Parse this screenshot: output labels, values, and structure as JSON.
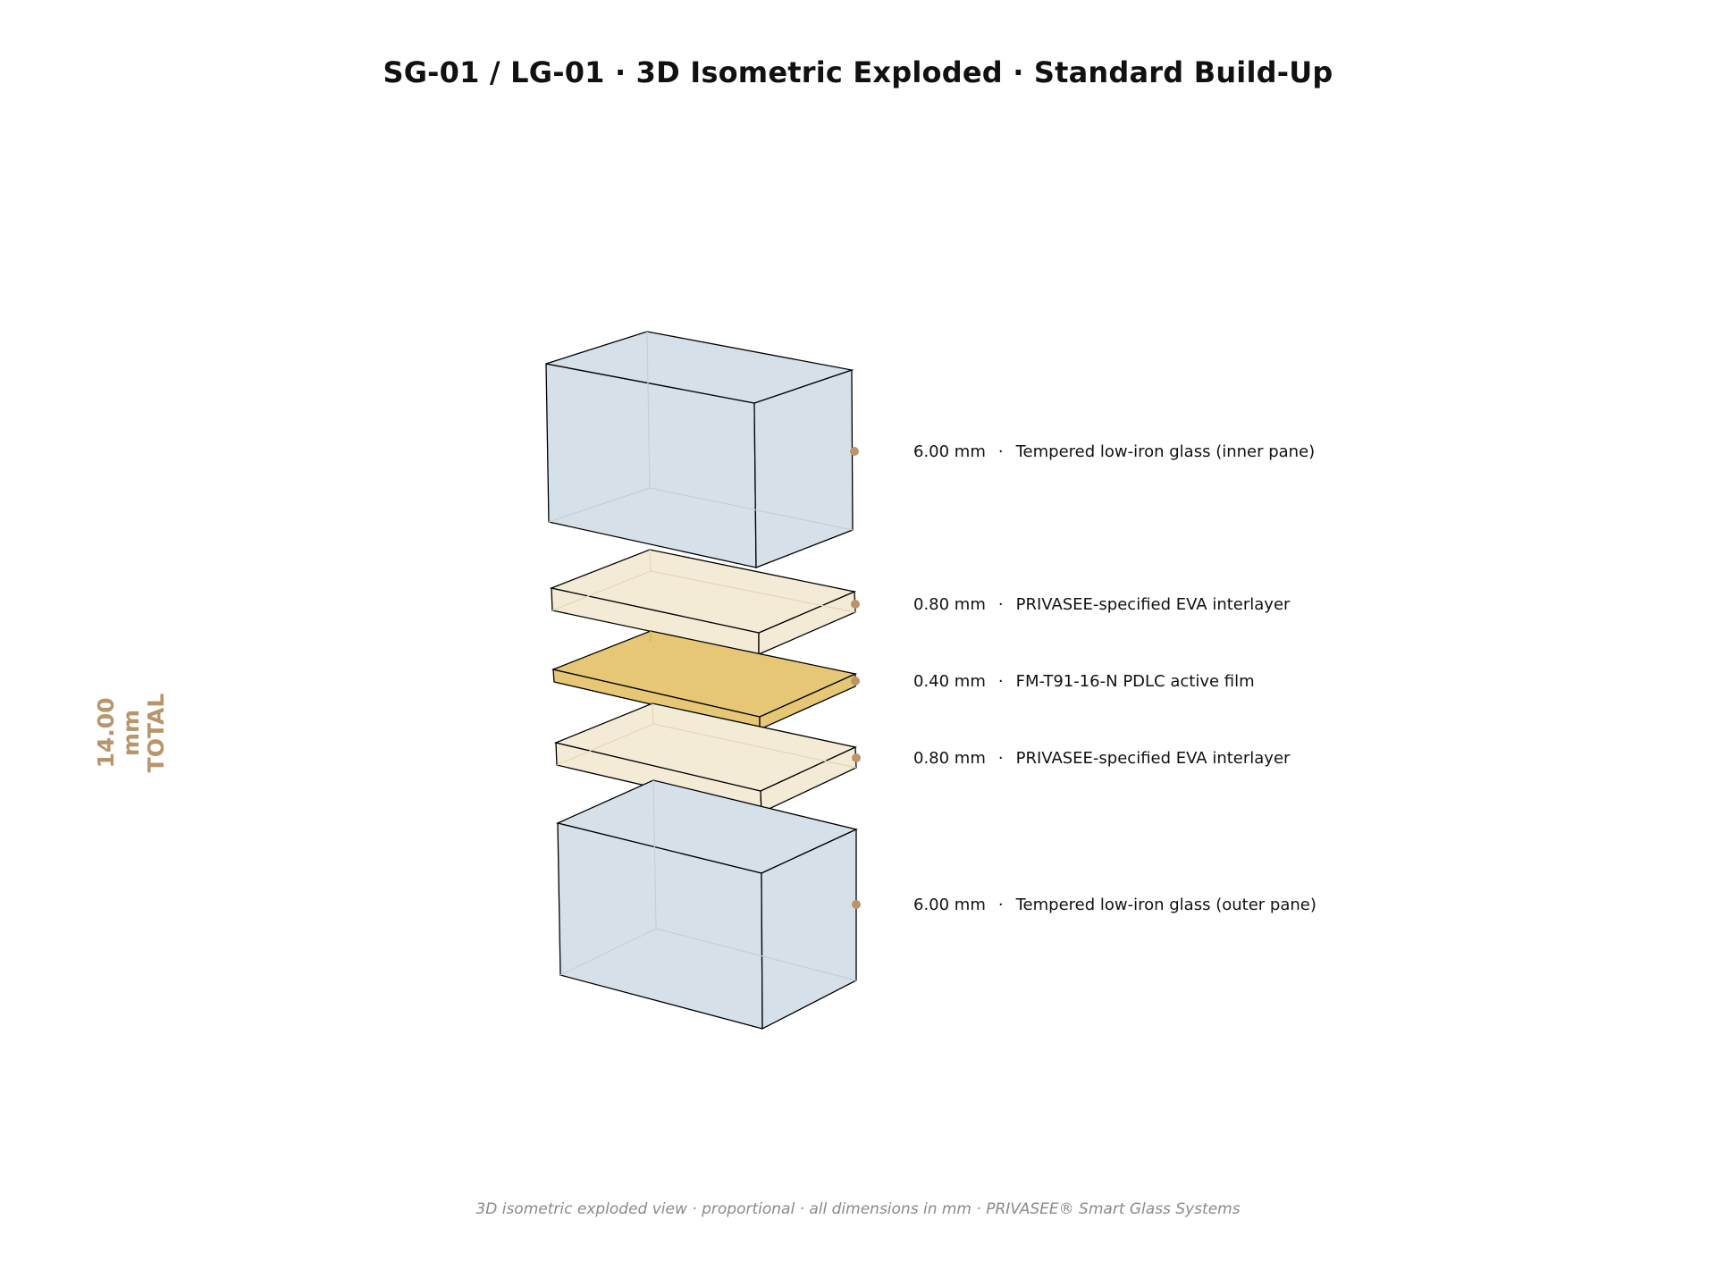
{
  "title": "SG-01 / LG-01 · 3D Isometric Exploded · Standard Build-Up",
  "total": {
    "value": "14.00 mm",
    "label": "TOTAL"
  },
  "caption": "3D isometric exploded view · proportional · all dimensions in mm · PRIVASEE® Smart Glass Systems",
  "colors": {
    "glass": "#d6e0e9",
    "eva": "#f4ebd7",
    "pdlc": "#e6c776",
    "accent": "#b8956a"
  },
  "layers": [
    {
      "thickness": "6.00 mm",
      "separator": "·",
      "description": "Tempered low-iron glass (inner pane)",
      "material": "glass"
    },
    {
      "thickness": "0.80 mm",
      "separator": "·",
      "description": "PRIVASEE-specified EVA interlayer",
      "material": "eva"
    },
    {
      "thickness": "0.40 mm",
      "separator": "·",
      "description": "FM-T91-16-N PDLC active film",
      "material": "pdlc"
    },
    {
      "thickness": "0.80 mm",
      "separator": "·",
      "description": "PRIVASEE-specified EVA interlayer",
      "material": "eva"
    },
    {
      "thickness": "6.00 mm",
      "separator": "·",
      "description": "Tempered low-iron glass (outer pane)",
      "material": "glass"
    }
  ]
}
